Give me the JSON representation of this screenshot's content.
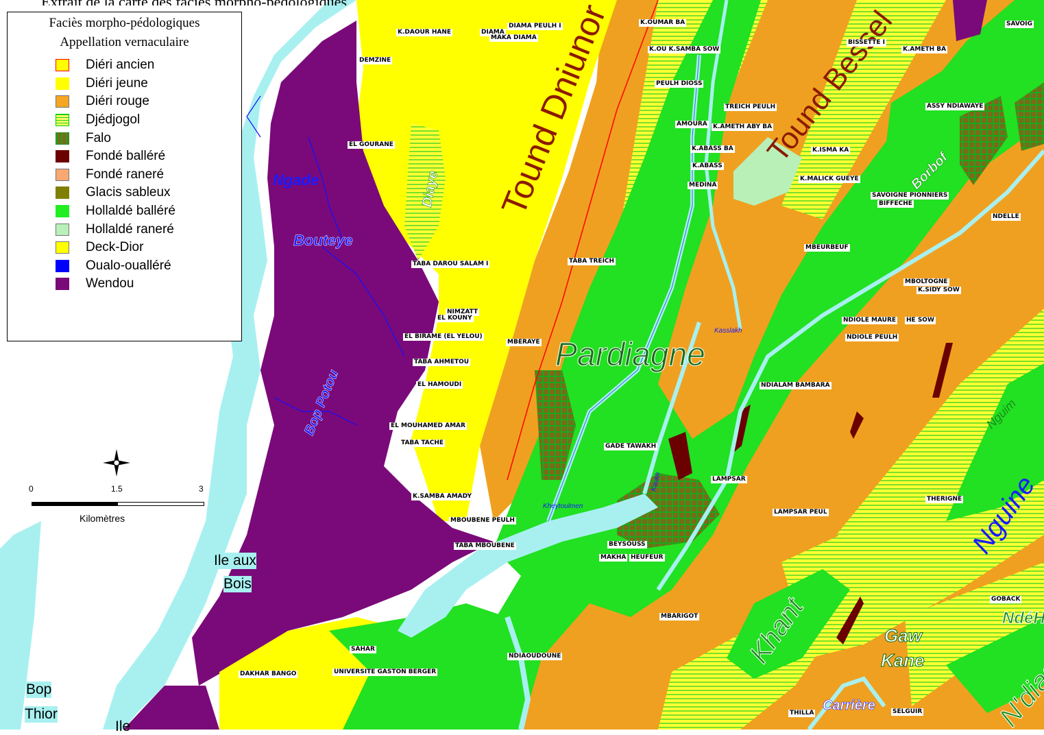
{
  "legend": {
    "title_line1": "Faciès morpho-pédologiques",
    "title_line2": "Appellation vernaculaire",
    "items": [
      {
        "label": "Diéri ancien",
        "color": "#ffff00",
        "border": "#ff0000"
      },
      {
        "label": "Diéri jeune",
        "color": "#ffff00",
        "border": "#ffff00"
      },
      {
        "label": "Diéri rouge",
        "color": "#f5a623",
        "border": "#777777"
      },
      {
        "label": "Djédjogol",
        "color": "#ffff66",
        "border": "#00cc00"
      },
      {
        "label": "Falo",
        "color": "#2e8b2e",
        "border": "#2e8b2e"
      },
      {
        "label": "Fondé balléré",
        "color": "#6b0000",
        "border": "#6b0000"
      },
      {
        "label": "Fondé raneré",
        "color": "#f8a870",
        "border": "#777777"
      },
      {
        "label": "Glacis sableux",
        "color": "#808000",
        "border": "#808000"
      },
      {
        "label": "Hollaldé balléré",
        "color": "#22ee22",
        "border": "#22ee22"
      },
      {
        "label": "Hollaldé raneré",
        "color": "#b8f0b8",
        "border": "#777777"
      },
      {
        "label": "Deck-Dior",
        "color": "#ffff00",
        "border": "#777777"
      },
      {
        "label": "Oualo-oualléré",
        "color": "#0000ff",
        "border": "#0000ff"
      },
      {
        "label": "Wendou",
        "color": "#7a0a7a",
        "border": "#7a0a7a"
      }
    ]
  },
  "scale": {
    "tick0": "0",
    "tick1": "1.5",
    "tick2": "3",
    "unit": "Kilomètres"
  },
  "title_fragment": "Extrait de la carte des faciès morpho-pédologiques",
  "colors": {
    "river": "#a8f0f0",
    "purple": "#7a0a7a",
    "yellow": "#ffff00",
    "orange": "#f0a020",
    "green": "#22e022",
    "darkgreen": "#2e7d2e",
    "maroon": "#6b0000",
    "lightgreen": "#b8f0b8"
  },
  "big_labels": {
    "tound_dniunor": "Tound Dniunor",
    "tound_bessel": "Tound Bessel",
    "pardiagne": "Pardiagne",
    "khant": "Khant",
    "nguine": "Nguine",
    "ndias": "N'dias",
    "gaw": "Gaw",
    "kane": "Kane",
    "ndeh": "NdéH",
    "ngade": "Ngade",
    "bouteye": "Bouteye",
    "bop_potou": "Bop Potou",
    "diaye": "Diaye",
    "borbof": "Borbof",
    "nguim": "Nguim",
    "carriere": "Carrière",
    "khaytoulmen": "Kheytoulmen",
    "kasslakh": "Kasslakh",
    "kaukh": "Kaukh",
    "ile_aux": "Ile aux",
    "bois": "Bois",
    "bop": "Bop",
    "thior": "Thior",
    "ile2": "Ile"
  },
  "places": {
    "p1": "DIAMA PEULH I",
    "p2": "K.DAOUR HANE",
    "p3": "DIAMA",
    "p4": "MAKA DIAMA",
    "p5": "K.OUMAR BA",
    "p6": "K.OU K.SAMBA SOW",
    "p7": "SAVOIG",
    "p8": "BISSETTE I",
    "p9": "K.AMETH BA",
    "p10": "DEMZINE",
    "p11": "PEULH DIOSS",
    "p12": "TREICH PEULH",
    "p13": "ASSY NDIAWAYE",
    "p14": "AMOURA",
    "p15": "K.AMETH ABY BA",
    "p16": "EL GOURANE",
    "p17": "K.ABASS BA",
    "p18": "K.ISMA KA",
    "p19": "K.ABASS",
    "p20": "MEDINA",
    "p21": "K.MALICK GUEYE",
    "p22": "SAVOIGNE PIONNIERS",
    "p23": "BIFFECHE",
    "p24": "NDELLE",
    "p25": "MBEURBEUF",
    "p26": "TABA DAROU SALAM I",
    "p27": "TABA TREICH",
    "p28": "MBOLTOGNE",
    "p29": "K.SIDY SOW",
    "p30": "NIMZATT",
    "p31": "EL KOUNY",
    "p32": "NDIOLE MAURE",
    "p33": "HE SOW",
    "p34": "NDIOLE PEULH",
    "p35": "EL BIRAME (EL YELOU)",
    "p36": "MBERAYE",
    "p37": "TABA AHMETOU",
    "p38": "EL HAMOUDI",
    "p39": "NDIALAM BAMBARA",
    "p40": "EL MOUHAMED AMAR",
    "p41": "TABA TACHE",
    "p42": "GADE TAWAKH",
    "p43": "LAMPSAR",
    "p44": "K.SAMBA AMADY",
    "p45": "THERIGNE",
    "p46": "LAMPSAR PEUL",
    "p47": "MBOUBENE PEULH",
    "p48": "TABA MBOUBENE",
    "p49": "BEYSOUSS",
    "p50": "MAKHA",
    "p51": "HEUFEUR",
    "p52": "MBARIGOT",
    "p53": "GOBACK",
    "p54": "SAHAR",
    "p55": "NDIAOUDOUNE",
    "p56": "DAKHAR BANGO",
    "p57": "UNIVERSITE GASTON BERGER",
    "p58": "THILLA",
    "p59": "SELGUIR"
  }
}
